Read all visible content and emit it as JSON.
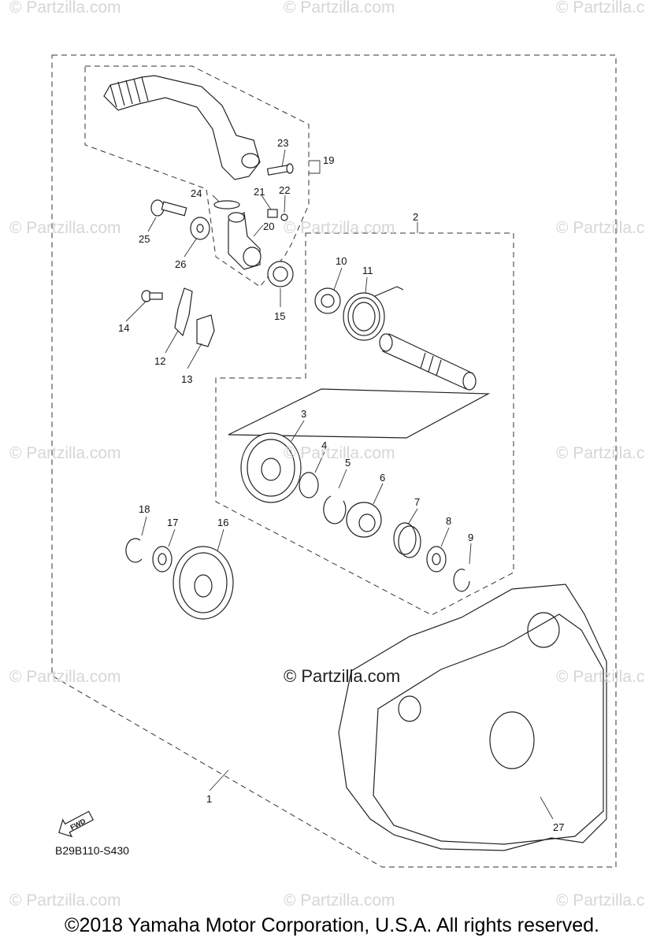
{
  "watermarks": [
    "© Partzilla.com",
    "© Partzilla.com",
    "© Partzilla.c",
    "© Partzilla.com",
    "© Partzilla.com",
    "© Partzilla.c",
    "© Partzilla.com",
    "© Partzilla.com",
    "© Partzilla.c",
    "© Partzilla.com",
    "© Partzilla.c",
    "© Partzilla.com",
    "© Partzilla.com",
    "© Partzilla.c"
  ],
  "center_watermark": "© Partzilla.com",
  "callouts": [
    "1",
    "2",
    "3",
    "4",
    "5",
    "6",
    "7",
    "8",
    "9",
    "10",
    "11",
    "12",
    "13",
    "14",
    "15",
    "16",
    "17",
    "18",
    "19",
    "20",
    "21",
    "22",
    "23",
    "24",
    "25",
    "26",
    "27"
  ],
  "fwd_label": "FWD",
  "reference_code": "B29B110-S430",
  "copyright": "©2018 Yamaha Motor Corporation, U.S.A. All rights reserved."
}
